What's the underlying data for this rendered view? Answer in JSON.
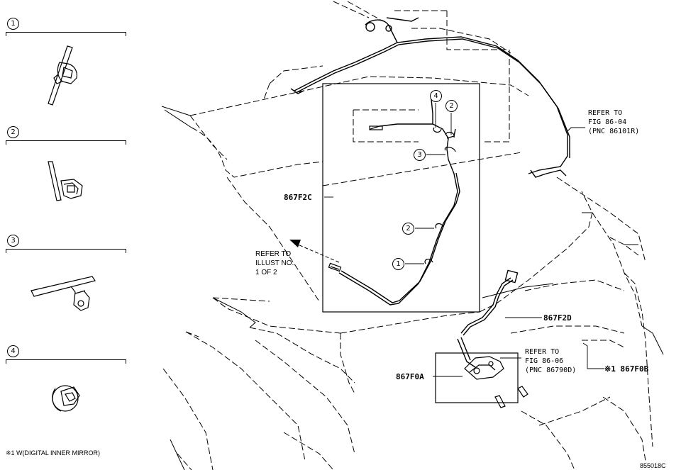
{
  "legend": [
    {
      "number": "1"
    },
    {
      "number": "2"
    },
    {
      "number": "3"
    },
    {
      "number": "4"
    }
  ],
  "callouts": {
    "c1": "1",
    "c2a": "2",
    "c2b": "2",
    "c3": "3",
    "c4": "4"
  },
  "labels": {
    "part_867f2c": "867F2C",
    "part_867f2d": "867F2D",
    "part_867f0a": "867F0A",
    "part_867f0b": "※1 867F0B",
    "refer_fig_8604": "REFER TO\nFIG 86-04\n(PNC 86101R)",
    "refer_illust": "REFER TO\nILLUST NO.\n1 OF 2",
    "refer_fig_8606": "REFER TO\nFIG 86-06\n(PNC 86790D)"
  },
  "footnote": "※1 W(DIGITAL INNER MIRROR)",
  "drawing_code": "855018C"
}
